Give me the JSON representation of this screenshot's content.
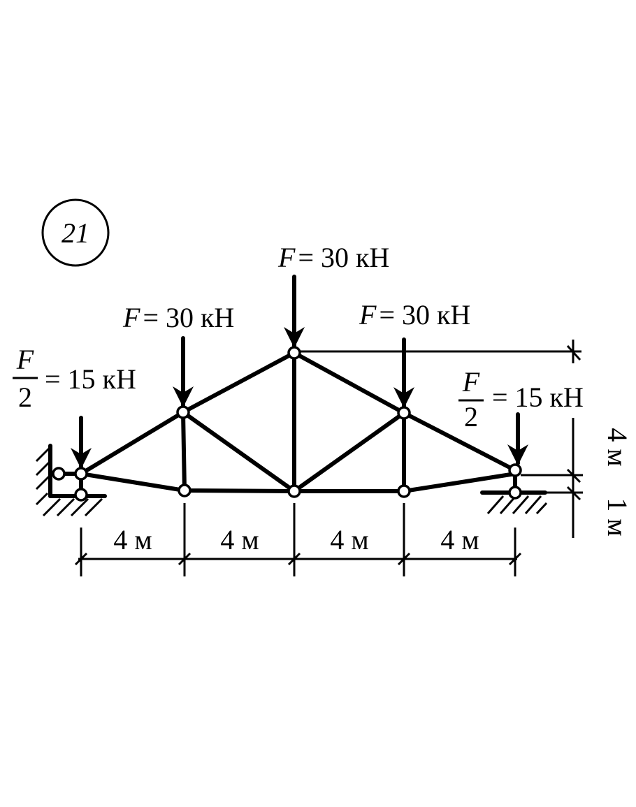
{
  "problem_number": "21",
  "loads": {
    "half_left": {
      "symbol": "F",
      "denominator": "2",
      "value": "= 15 кН"
    },
    "left": {
      "symbol": "F",
      "value": "= 30 кН"
    },
    "center": {
      "symbol": "F",
      "value": "= 30 кН"
    },
    "right": {
      "symbol": "F",
      "value": "= 30 кН"
    },
    "half_right": {
      "symbol": "F",
      "denominator": "2",
      "value": "= 15 кН"
    }
  },
  "dimensions": {
    "spans": [
      "4 м",
      "4 м",
      "4 м",
      "4 м"
    ],
    "height_top": "4 м",
    "height_bottom": "1 м"
  },
  "colors": {
    "ink": "#000000",
    "background": "#ffffff"
  }
}
